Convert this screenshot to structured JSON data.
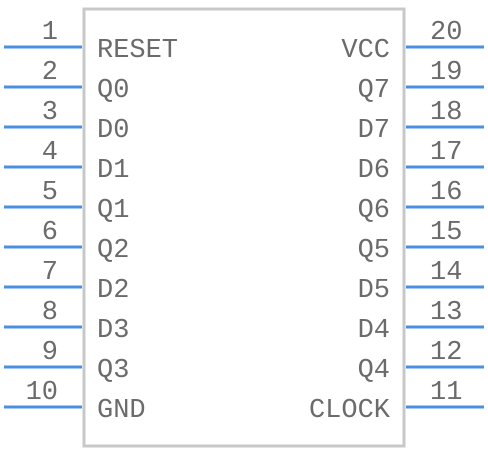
{
  "component": {
    "left_pins": [
      {
        "number": "1",
        "name": "RESET"
      },
      {
        "number": "2",
        "name": "Q0"
      },
      {
        "number": "3",
        "name": "D0"
      },
      {
        "number": "4",
        "name": "D1"
      },
      {
        "number": "5",
        "name": "Q1"
      },
      {
        "number": "6",
        "name": "Q2"
      },
      {
        "number": "7",
        "name": "D2"
      },
      {
        "number": "8",
        "name": "D3"
      },
      {
        "number": "9",
        "name": "Q3"
      },
      {
        "number": "10",
        "name": "GND"
      }
    ],
    "right_pins": [
      {
        "number": "20",
        "name": "VCC"
      },
      {
        "number": "19",
        "name": "Q7"
      },
      {
        "number": "18",
        "name": "D7"
      },
      {
        "number": "17",
        "name": "D6"
      },
      {
        "number": "16",
        "name": "Q6"
      },
      {
        "number": "15",
        "name": "Q5"
      },
      {
        "number": "14",
        "name": "D5"
      },
      {
        "number": "13",
        "name": "D4"
      },
      {
        "number": "12",
        "name": "Q4"
      },
      {
        "number": "11",
        "name": "CLOCK"
      }
    ]
  },
  "colors": {
    "pin_line": "#4a90e2",
    "body_outline": "#c8c8c8",
    "text": "#6b6b6b"
  }
}
